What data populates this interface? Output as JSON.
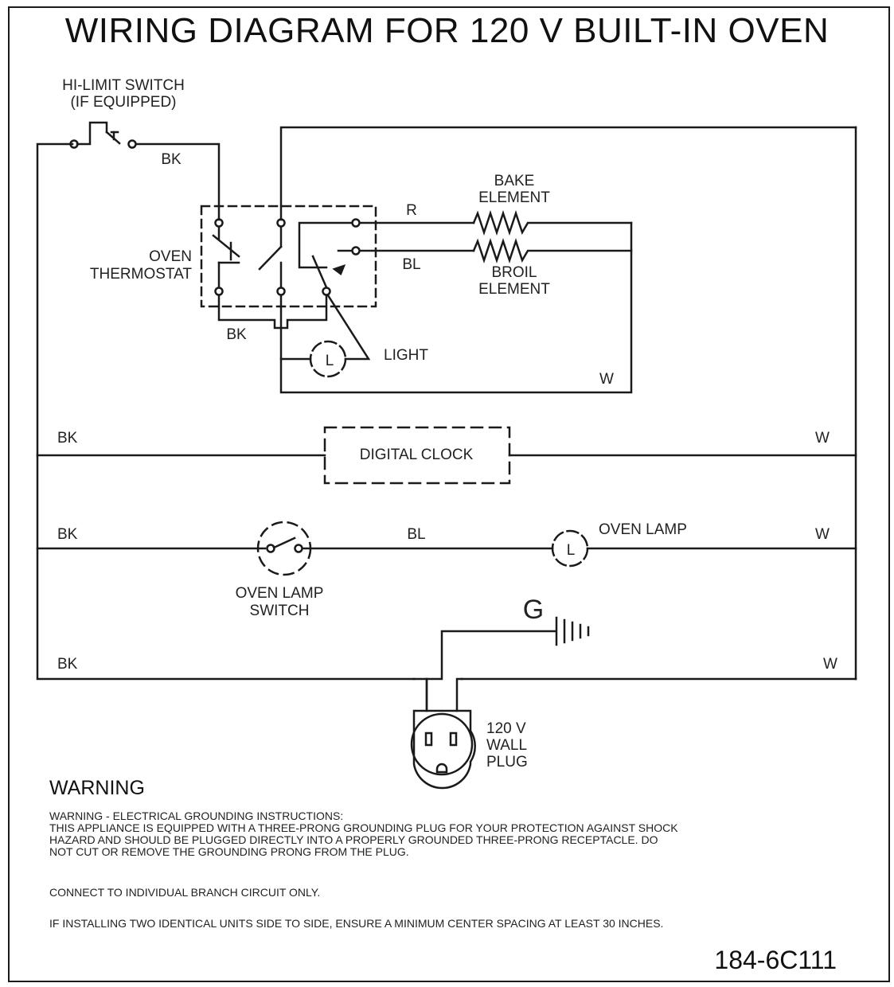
{
  "title": "WIRING DIAGRAM FOR 120 V BUILT-IN OVEN",
  "labels": {
    "hi_limit_1": "HI-LIMIT SWITCH",
    "hi_limit_2": "(IF EQUIPPED)",
    "bk_top": "BK",
    "oven_thermostat_1": "OVEN",
    "oven_thermostat_2": "THERMOSTAT",
    "r": "R",
    "bl_element": "BL",
    "bake_1": "BAKE",
    "bake_2": "ELEMENT",
    "broil_1": "BROIL",
    "broil_2": "ELEMENT",
    "bk_thermo": "BK",
    "light": "LIGHT",
    "light_symbol": "L",
    "w_inner": "W",
    "bk_clock": "BK",
    "w_clock": "W",
    "digital_clock": "DIGITAL CLOCK",
    "bk_lamp": "BK",
    "bl_lamp": "BL",
    "oven_lamp": "OVEN LAMP",
    "oven_lamp_symbol": "L",
    "w_lamp": "W",
    "lamp_switch_1": "OVEN LAMP",
    "lamp_switch_2": "SWITCH",
    "ground": "G",
    "bk_bottom": "BK",
    "w_bottom": "W",
    "plug_1": "120 V",
    "plug_2": "WALL",
    "plug_3": "PLUG"
  },
  "warning": {
    "heading": "WARNING",
    "paragraph1": "WARNING - ELECTRICAL GROUNDING INSTRUCTIONS:\nTHIS APPLIANCE IS EQUIPPED WITH A THREE-PRONG GROUNDING PLUG FOR YOUR PROTECTION AGAINST SHOCK\nHAZARD AND SHOULD BE PLUGGED DIRECTLY INTO A PROPERLY GROUNDED THREE-PRONG RECEPTACLE.  DO\nNOT CUT OR REMOVE THE GROUNDING PRONG FROM THE PLUG.",
    "paragraph2": "CONNECT TO INDIVIDUAL BRANCH CIRCUIT ONLY.",
    "paragraph3": "IF INSTALLING TWO IDENTICAL UNITS SIDE TO SIDE, ENSURE A MINIMUM CENTER SPACING AT LEAST 30 INCHES."
  },
  "document_code": "184-6C111"
}
